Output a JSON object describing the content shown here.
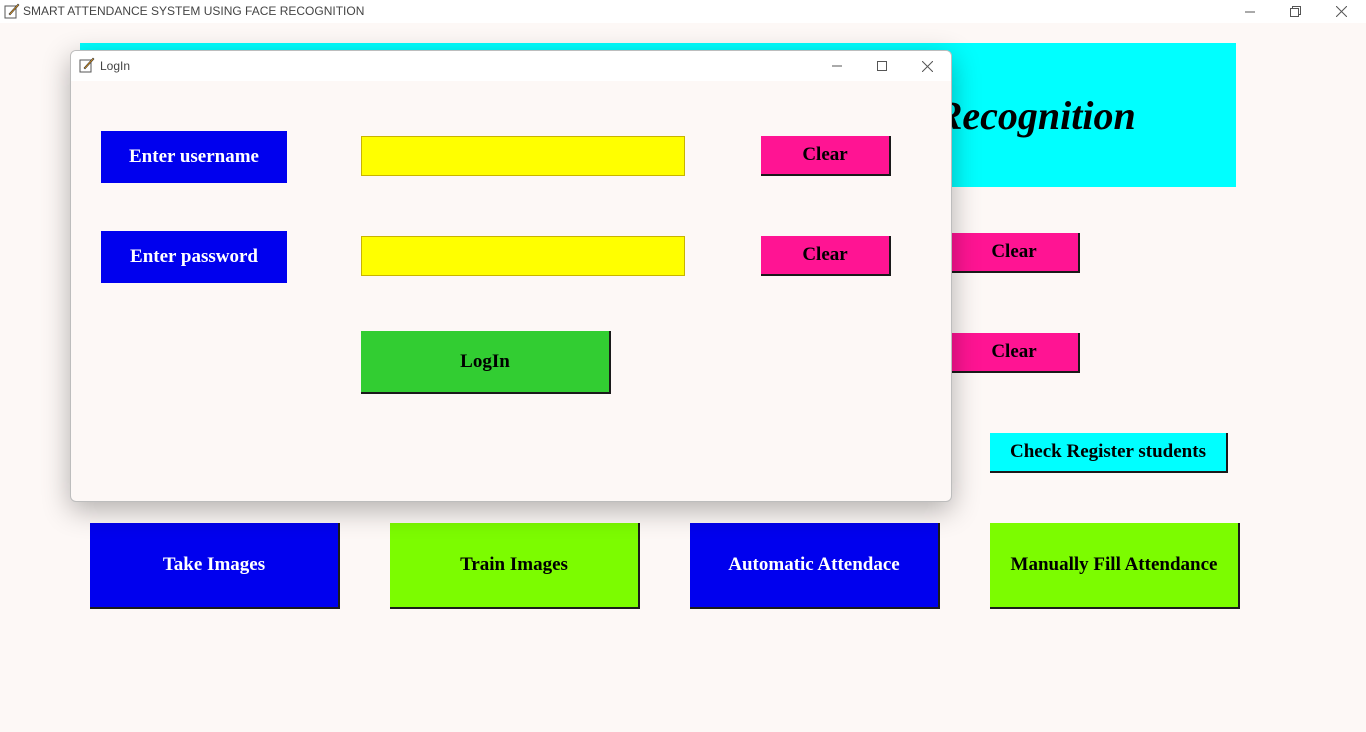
{
  "main_window": {
    "title": "SMART ATTENDANCE SYSTEM USING FACE RECOGNITION",
    "header_text": "Face-Baised-Attendance-System-Using-Face-Recognition",
    "clear_button_1": "Clear",
    "clear_button_2": "Clear",
    "check_register_button": "Check Register students",
    "take_images_button": "Take Images",
    "train_images_button": "Train Images",
    "automatic_attendance_button": "Automatic Attendace",
    "manual_attendance_button": "Manually Fill Attendance"
  },
  "login_dialog": {
    "title": "LogIn",
    "username_label": "Enter username",
    "password_label": "Enter password",
    "username_value": "",
    "password_value": "",
    "clear_username_button": "Clear",
    "clear_password_button": "Clear",
    "login_button": "LogIn"
  },
  "icons": {
    "minimize": "minimize-icon",
    "maximize": "maximize-icon",
    "restore": "restore-icon",
    "close": "close-icon",
    "app": "feather-pen-icon"
  },
  "colors": {
    "header_bg": "#00ffff",
    "clear_bg": "#ff1493",
    "label_bg": "#0000ee",
    "input_bg": "#ffff00",
    "login_bg": "#32cd32",
    "lime_bg": "#7cfc00"
  }
}
